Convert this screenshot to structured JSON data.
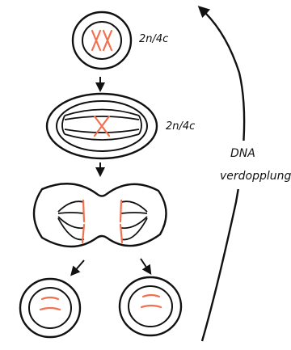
{
  "labels": {
    "stage1_ploidy": "2n/4c",
    "stage2_ploidy": "2n/4c",
    "cycle_line1": "DNA",
    "cycle_line2": "verdopplung"
  },
  "colors": {
    "ink": "#111111",
    "chromosome": "#f2714f",
    "background": "#ffffff"
  },
  "icons": [
    "arrow-down-icon",
    "arrow-diagonal-icon",
    "curved-arrow-icon"
  ]
}
